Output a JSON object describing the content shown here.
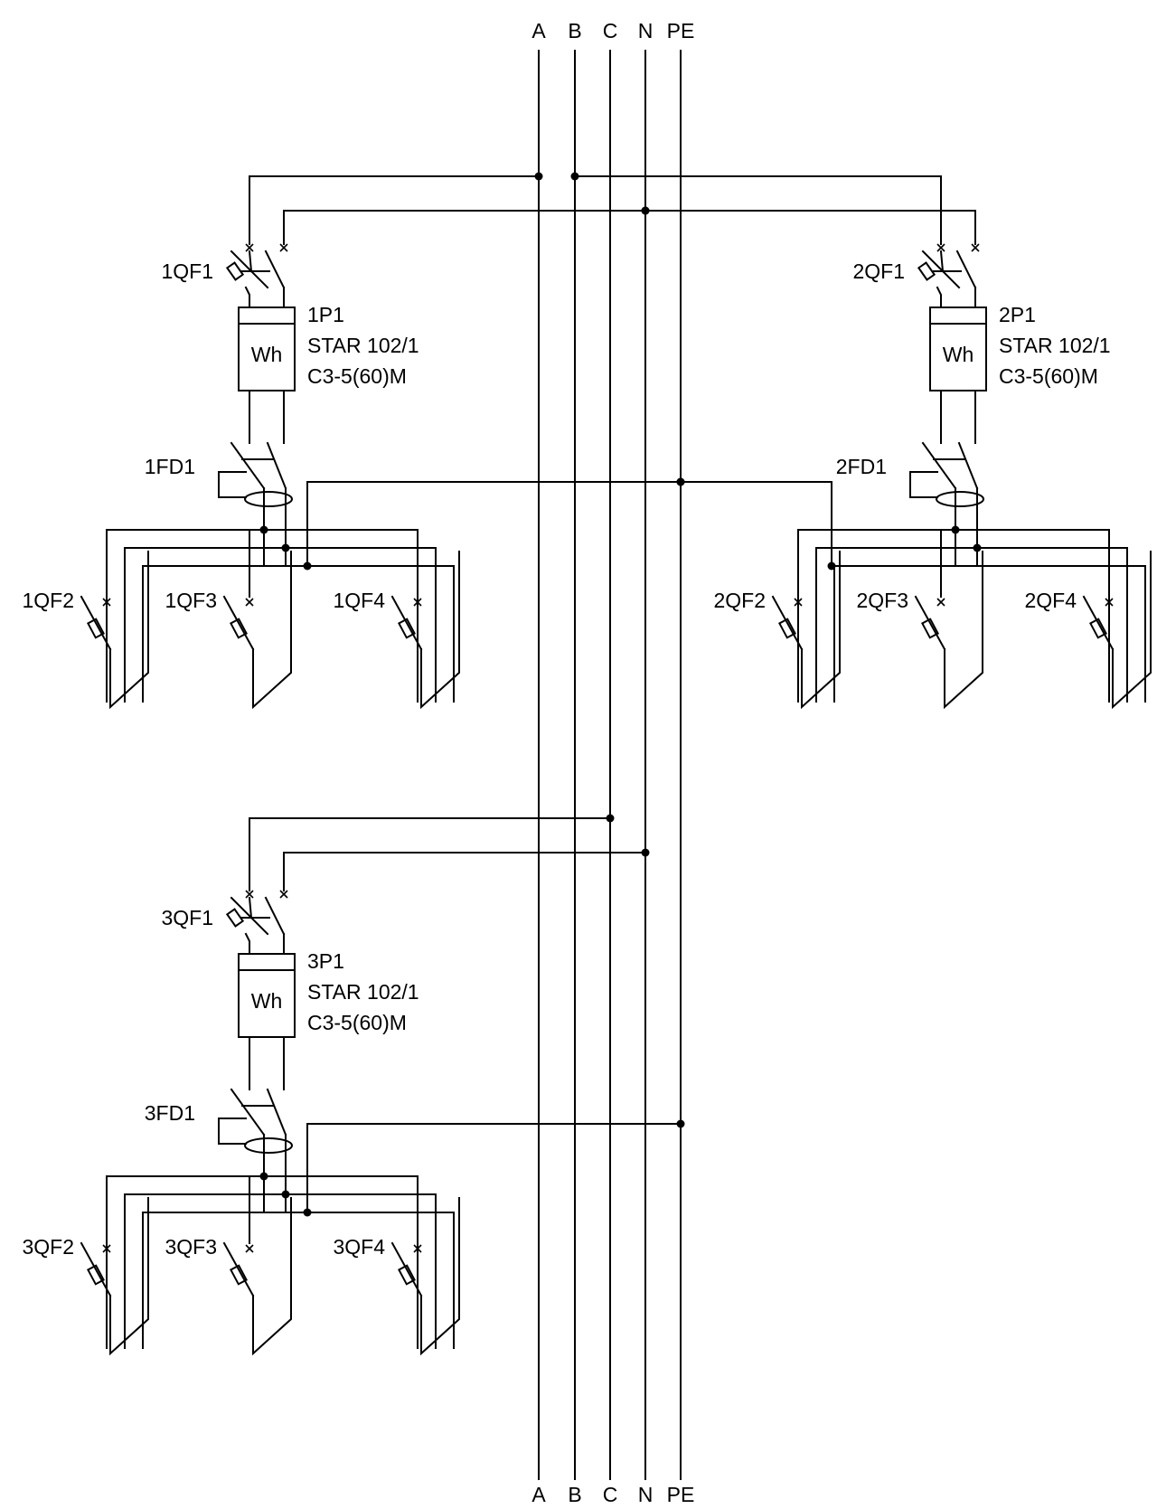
{
  "bus_labels": [
    "A",
    "B",
    "C",
    "N",
    "PE"
  ],
  "groups": [
    {
      "breaker": "1QF1",
      "meter_id": "1P1",
      "meter_model": "STAR 102/1",
      "meter_rating": "C3-5(60)M",
      "meter_symbol": "Wh",
      "rcd": "1FD1",
      "outputs": [
        "1QF2",
        "1QF3",
        "1QF4"
      ]
    },
    {
      "breaker": "2QF1",
      "meter_id": "2P1",
      "meter_model": "STAR 102/1",
      "meter_rating": "C3-5(60)M",
      "meter_symbol": "Wh",
      "rcd": "2FD1",
      "outputs": [
        "2QF2",
        "2QF3",
        "2QF4"
      ]
    },
    {
      "breaker": "3QF1",
      "meter_id": "3P1",
      "meter_model": "STAR 102/1",
      "meter_rating": "C3-5(60)M",
      "meter_symbol": "Wh",
      "rcd": "3FD1",
      "outputs": [
        "3QF2",
        "3QF3",
        "3QF4"
      ]
    }
  ]
}
